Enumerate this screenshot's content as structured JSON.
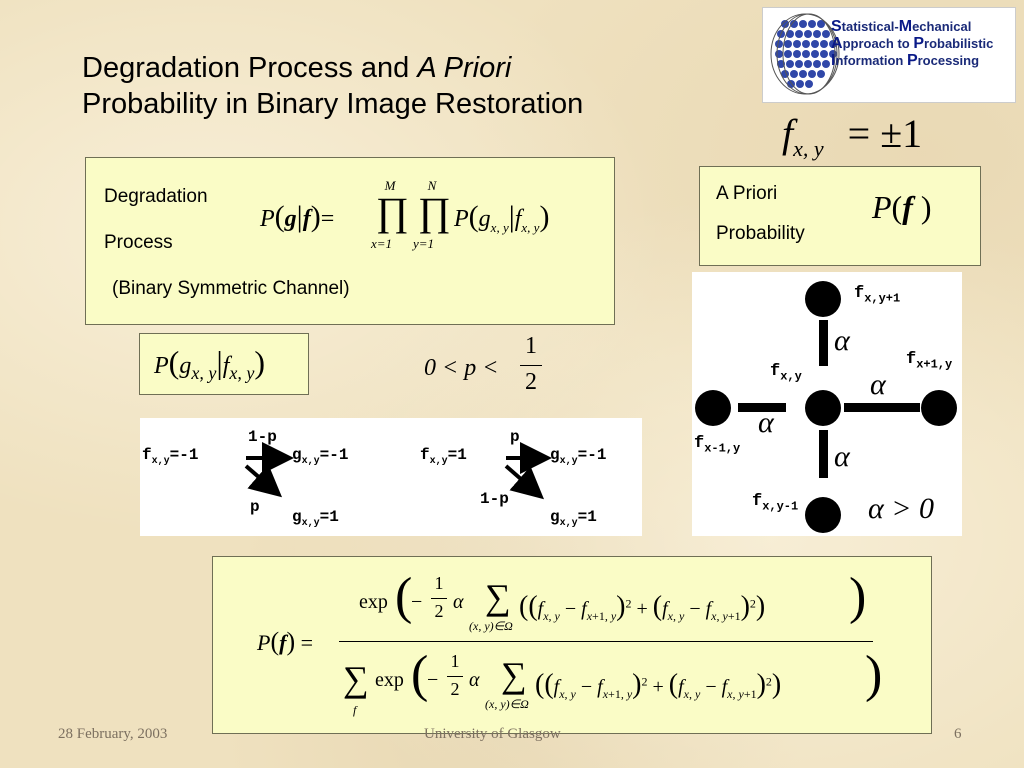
{
  "title": {
    "line1_plain": "Degradation Process and ",
    "line1_italic": "A Priori",
    "line2": "Probability in Binary Image Restoration"
  },
  "logo": {
    "letters": [
      {
        "cap": "S",
        "rest": "tatistical-"
      },
      {
        "cap": "M",
        "rest": "echanical"
      },
      {
        "cap": "A",
        "rest": "pproach to "
      },
      {
        "cap": "P",
        "rest": "robabilistic"
      },
      {
        "cap": "I",
        "rest": "nformation "
      },
      {
        "cap": "P",
        "rest": "rocessing"
      }
    ]
  },
  "formula_top": {
    "f": "f",
    "sub": "x, y",
    "rhs": "= ±1"
  },
  "degradation_box": {
    "label1": "Degradation",
    "label2": "Process",
    "label3": "(Binary Symmetric Channel)",
    "prod_upper1": "M",
    "prod_lower1": "x=1",
    "prod_upper2": "N",
    "prod_lower2": "y=1"
  },
  "apriori_box": {
    "label1": "A Priori",
    "label2": "Probability",
    "formula": "P(f)"
  },
  "small_box": {
    "formula_P": "P",
    "g": "g",
    "gsub": "x, y",
    "f": "f",
    "fsub": "x, y"
  },
  "inequality": {
    "left": "0 < p <",
    "num": "1",
    "den": "2"
  },
  "channel": {
    "left": {
      "from": "f",
      "from_sub": "x,y",
      "from_val": "=-1",
      "top_label": "1-p",
      "to1": "g",
      "to1_sub": "x,y",
      "to1_val": "=-1",
      "diag_label": "p",
      "to2": "g",
      "to2_sub": "x,y",
      "to2_val": "=1"
    },
    "right": {
      "from": "f",
      "from_sub": "x,y",
      "from_val": "=1",
      "top_label": "p",
      "to1": "g",
      "to1_sub": "x,y",
      "to1_val": "=-1",
      "diag_label": "1-p",
      "to2": "g",
      "to2_sub": "x,y",
      "to2_val": "=1"
    }
  },
  "lattice": {
    "top": "f",
    "top_sub": "x,y+1",
    "center": "f",
    "center_sub": "x,y",
    "right": "f",
    "right_sub": "x+1,y",
    "left": "f",
    "left_sub": "x-1,y",
    "bottom": "f",
    "bottom_sub": "x,y-1",
    "alpha": "α",
    "condition": "α > 0"
  },
  "bottom_formula": {
    "lhs": "P(f) =",
    "exp": "exp",
    "half_num": "1",
    "half_den": "2",
    "alpha": "α",
    "sum_sub": "(x, y)∈Ω",
    "outer_sum_sub": "f"
  },
  "footer": {
    "date": "28 February, 2003",
    "center": "University of Glasgow",
    "page": "6"
  }
}
